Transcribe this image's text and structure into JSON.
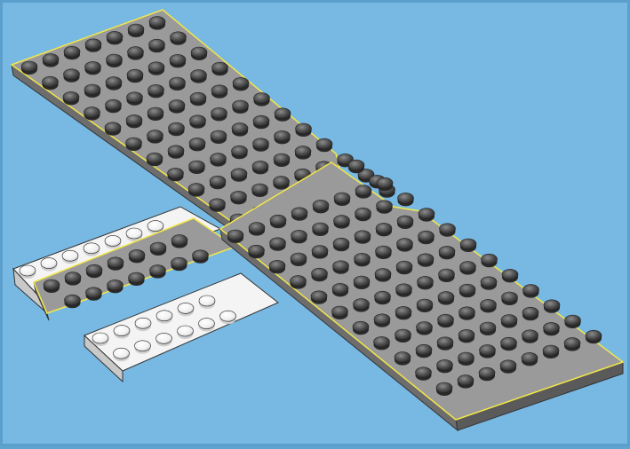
{
  "scene": {
    "subject": "lego-baseplate-assembly",
    "colors": {
      "background": "#78b9e3",
      "frame": "#5b9fcc",
      "plate_gray_top": "#9a9a9a",
      "plate_gray_side": "#6d6d6d",
      "stud_gray": "#3f3f3f",
      "stud_gray_top": "#8c8c8c",
      "plate_white_top": "#f4f4f4",
      "plate_white_side": "#c9c9c9",
      "stud_white": "#ffffff",
      "highlight_edge": "#f2e64a"
    },
    "parts": [
      {
        "id": "large-gray-plate-top",
        "color": "gray"
      },
      {
        "id": "large-gray-plate-bottom",
        "color": "gray"
      },
      {
        "id": "small-gray-plate-left",
        "color": "gray"
      },
      {
        "id": "white-plate-back",
        "color": "white"
      },
      {
        "id": "white-plate-front",
        "color": "white"
      }
    ]
  }
}
